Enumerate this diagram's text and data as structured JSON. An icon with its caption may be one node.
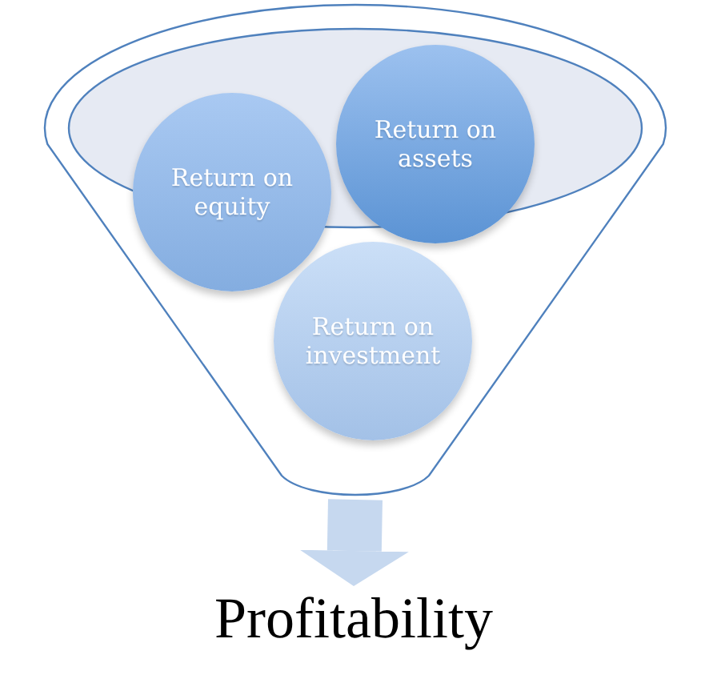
{
  "diagram": {
    "nodes": [
      {
        "text": [],
        "shape": "funnel"
      },
      {
        "text": [
          "Return on equity"
        ],
        "in": 0
      },
      {
        "text": [
          "Return on assets"
        ],
        "in": 0
      },
      {
        "text": [
          "Return on investment"
        ],
        "in": 0
      },
      {
        "text": [
          "Profitability"
        ]
      }
    ],
    "edges": [
      {
        "from": 0,
        "to": 4,
        "arrow": "to"
      }
    ]
  }
}
